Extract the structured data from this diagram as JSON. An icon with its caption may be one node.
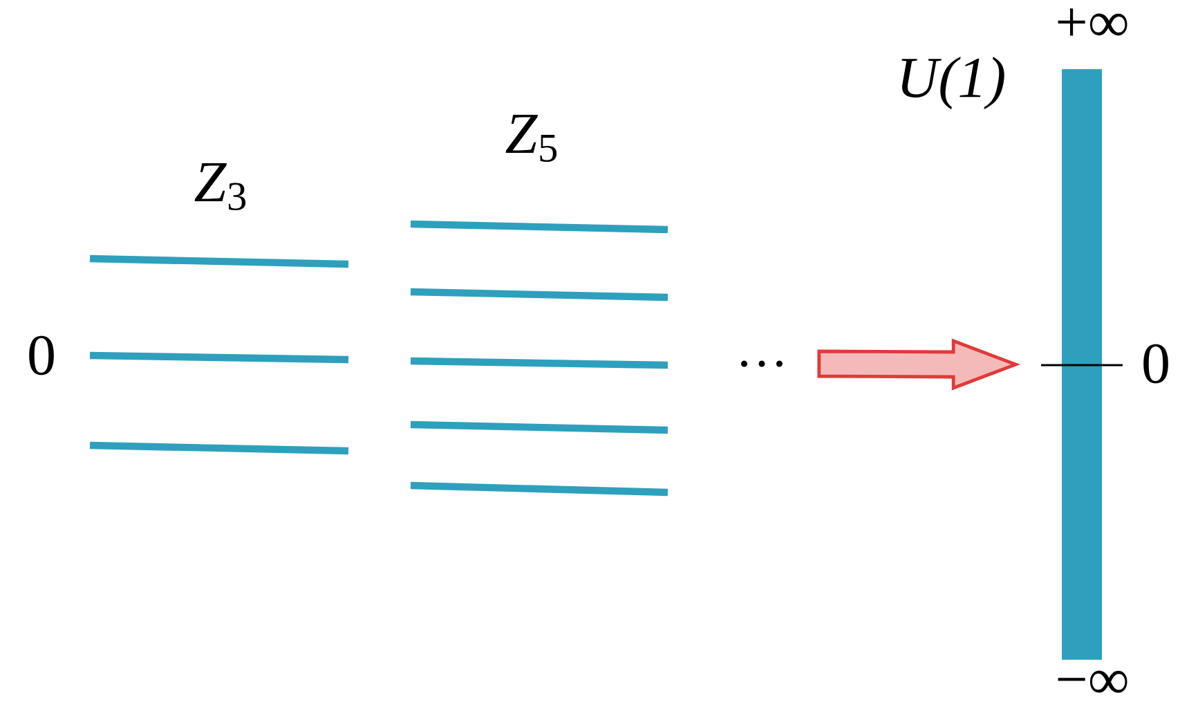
{
  "diagram": {
    "nodes": [
      {
        "text": [
          "*U*(1)"
        ]
      },
      {
        "text": [
          "…"
        ]
      }
    ],
    "edges": [
      {
        "from": 1,
        "to": 0,
        "arrow": "to",
        "style": "thick",
        "color": "#e03a3a"
      }
    ],
    "labels": [
      "+∞",
      "*Z*$_{5}$",
      "*Z*$_{3}$",
      "0",
      "0",
      "−∞"
    ]
  }
}
